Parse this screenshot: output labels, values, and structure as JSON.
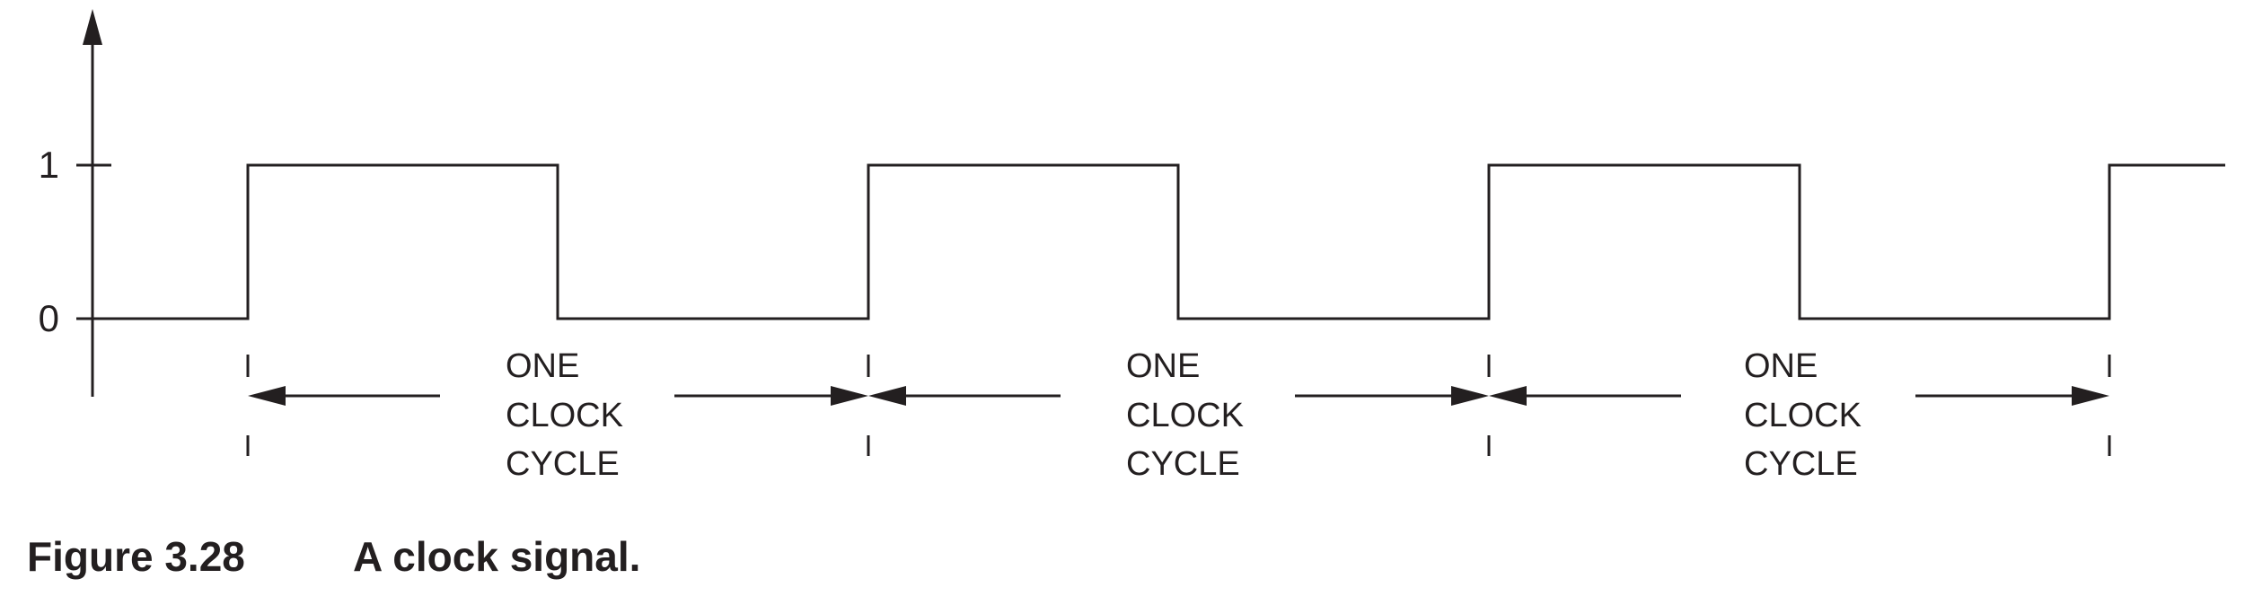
{
  "diagram": {
    "y_tick_labels": [
      "1",
      "0"
    ],
    "signal_levels": [
      0,
      1,
      0,
      1,
      0,
      1,
      0,
      1
    ],
    "cycles": [
      {
        "label_lines": [
          "ONE",
          "CLOCK",
          "CYCLE"
        ]
      },
      {
        "label_lines": [
          "ONE",
          "CLOCK",
          "CYCLE"
        ]
      },
      {
        "label_lines": [
          "ONE",
          "CLOCK",
          "CYCLE"
        ]
      }
    ]
  },
  "caption": {
    "figure_number": "Figure 3.28",
    "title": "A clock signal."
  },
  "colors": {
    "ink": "#231f20",
    "background": "#ffffff"
  }
}
